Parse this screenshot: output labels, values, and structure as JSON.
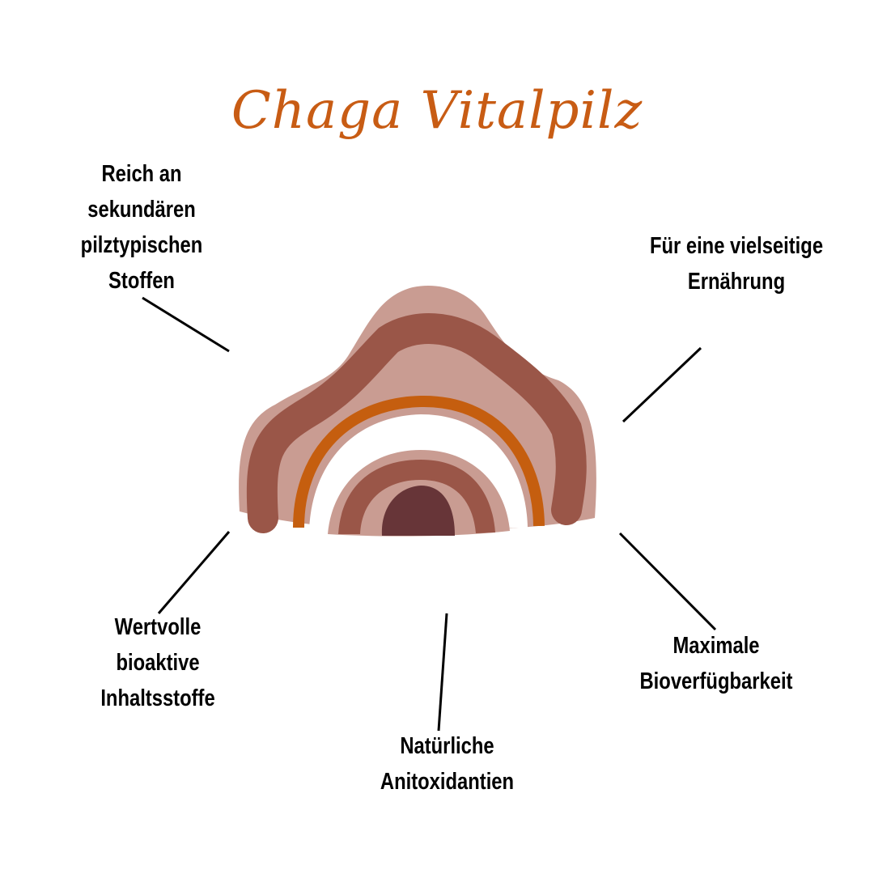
{
  "title": "Chaga Vitalpilz",
  "labels": {
    "top_left": [
      "Reich an",
      "sekundären",
      "pilztypischen",
      "Stoffen"
    ],
    "top_right": [
      "Für eine vielseitige",
      "Ernährung"
    ],
    "bottom_left": [
      "Wertvolle",
      "bioaktive",
      "Inhaltsstoffe"
    ],
    "bottom_center": [
      "Natürliche",
      "Anitoxidantien"
    ],
    "bottom_right": [
      "Maximale",
      "Bioverfügbarkeit"
    ]
  },
  "colors": {
    "title": "#c85c14",
    "light": "#c99c92",
    "mid": "#9a5648",
    "orange": "#c55e0f",
    "dark": "#673538"
  }
}
